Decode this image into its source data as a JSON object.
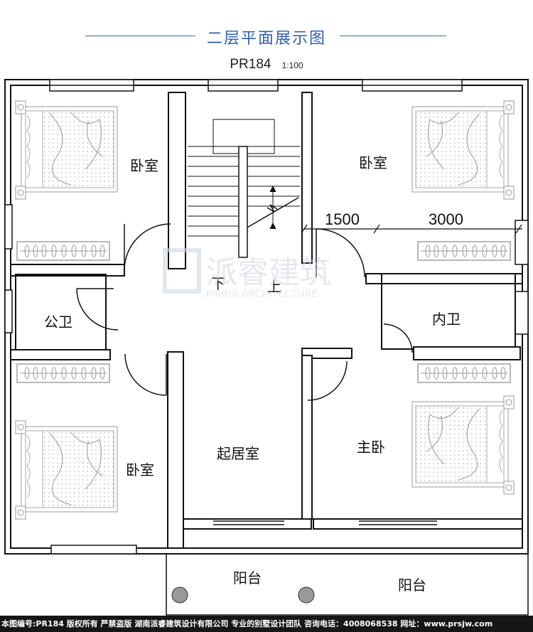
{
  "header": {
    "title": "二层平面展示图",
    "plan_code": "PR184",
    "scale": "1:100"
  },
  "rooms": {
    "bedroom_top_left": "卧室",
    "bedroom_top_right": "卧室",
    "bedroom_bottom_left": "卧室",
    "master_bedroom": "主卧",
    "public_bath": "公卫",
    "inner_bath": "内卫",
    "living_room": "起居室",
    "balcony_left": "阳台",
    "balcony_right": "阳台"
  },
  "stairs": {
    "down": "下",
    "up": "上"
  },
  "dimensions": {
    "d1": "1500",
    "d2": "3000"
  },
  "watermark": {
    "brand": "派睿建筑",
    "brand_en": "PAIRUI ARCHITECTURE"
  },
  "footer": {
    "text": "本图编号:PR184 版权所有 严禁盗版 湖南派睿建筑设计有限公司 专业的别墅设计团队 咨询电话：4008068538 网址：www.prsjw.com"
  },
  "colors": {
    "title_blue": "#2f5fb0",
    "wall": "#111111",
    "footer_bg": "#161616"
  }
}
